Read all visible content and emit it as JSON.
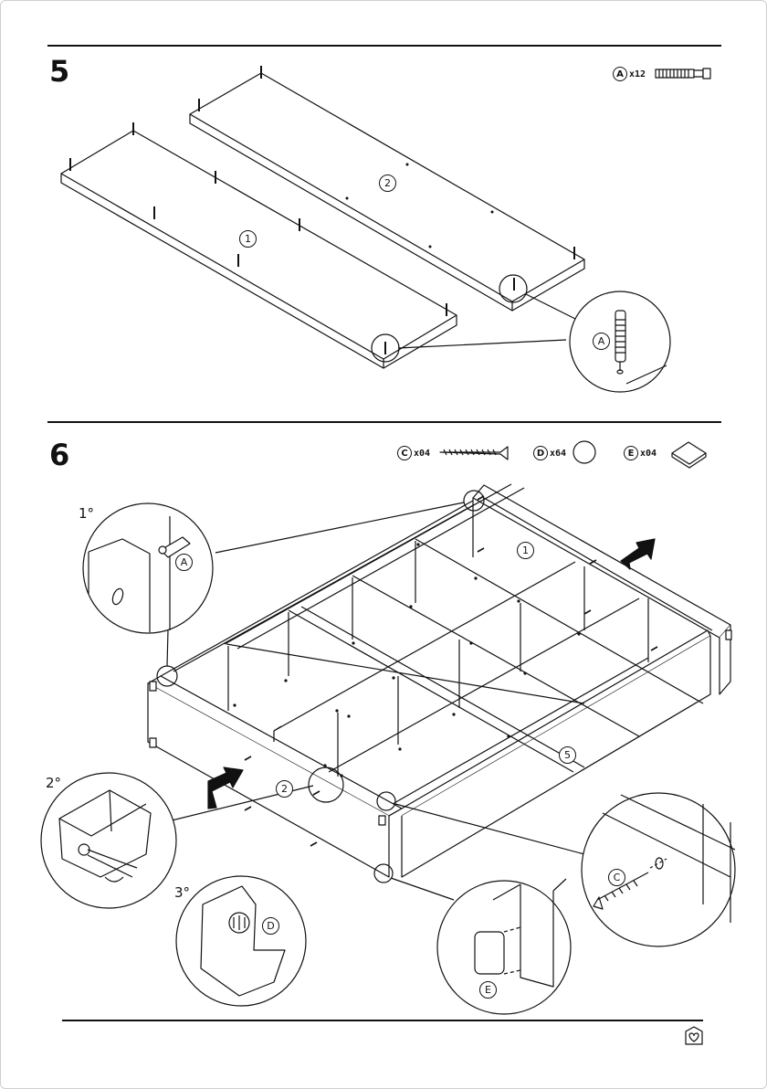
{
  "step5": {
    "number": "5",
    "hardware": {
      "label": "A",
      "qty": "x12",
      "icon": "cam-dowel-icon"
    },
    "panel_labels": [
      "1",
      "2"
    ],
    "detail_label": "A"
  },
  "step6": {
    "number": "6",
    "hardware": [
      {
        "label": "C",
        "qty": "x04",
        "icon": "screw-icon"
      },
      {
        "label": "D",
        "qty": "x64",
        "icon": "cap-cover-icon"
      },
      {
        "label": "E",
        "qty": "x04",
        "icon": "felt-pad-icon"
      }
    ],
    "sub_steps": [
      "1°",
      "2°",
      "3°"
    ],
    "panel_labels": [
      "1",
      "2",
      "5"
    ],
    "detail_labels": {
      "first": "A",
      "third": "D",
      "screw": "C",
      "pad": "E"
    }
  },
  "footer": {
    "logo_icon": "heart-house-logo-icon"
  }
}
